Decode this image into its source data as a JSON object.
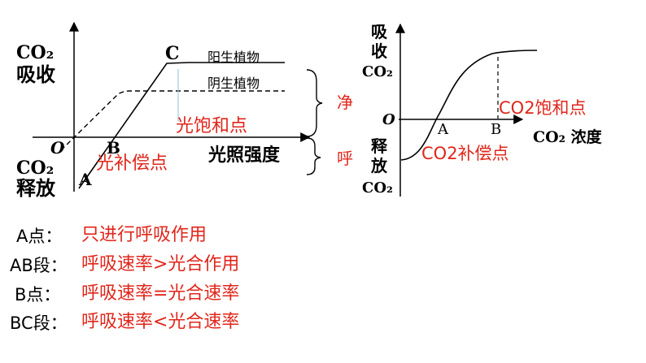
{
  "left_graph": {
    "y_label_top": [
      "CO₂",
      "吸收"
    ],
    "y_label_bottom": [
      "CO₂",
      "释放"
    ],
    "origin": "O",
    "point_a": "A",
    "point_b": "B",
    "point_c": "C",
    "x_axis_label": "光照强度",
    "curve_sun": "阳生植物",
    "curve_shade": "阴生植物",
    "saturation_point": "光饱和点",
    "compensation_point": "光补偿点",
    "brace_net": "净",
    "brace_resp": "呼"
  },
  "right_graph": {
    "y_label_top": [
      "吸",
      "收",
      "CO₂"
    ],
    "y_label_bottom": [
      "释",
      "放",
      "CO₂"
    ],
    "origin": "O",
    "point_a": "A",
    "point_b": "B",
    "x_axis_label": "CO₂ 浓度",
    "saturation_point": "CO2饱和点",
    "compensation_point": "CO2补偿点"
  },
  "notes": [
    {
      "term": "A点：",
      "desc": "只进行呼吸作用"
    },
    {
      "term": "AB段：",
      "desc": "呼吸速率>光合作用"
    },
    {
      "term": "B点：",
      "desc": "呼吸速率=光合速率"
    },
    {
      "term": "BC段：",
      "desc": "呼吸速率<光合速率"
    }
  ],
  "colors": {
    "accent": "#e0261b",
    "axis": "#000000"
  }
}
